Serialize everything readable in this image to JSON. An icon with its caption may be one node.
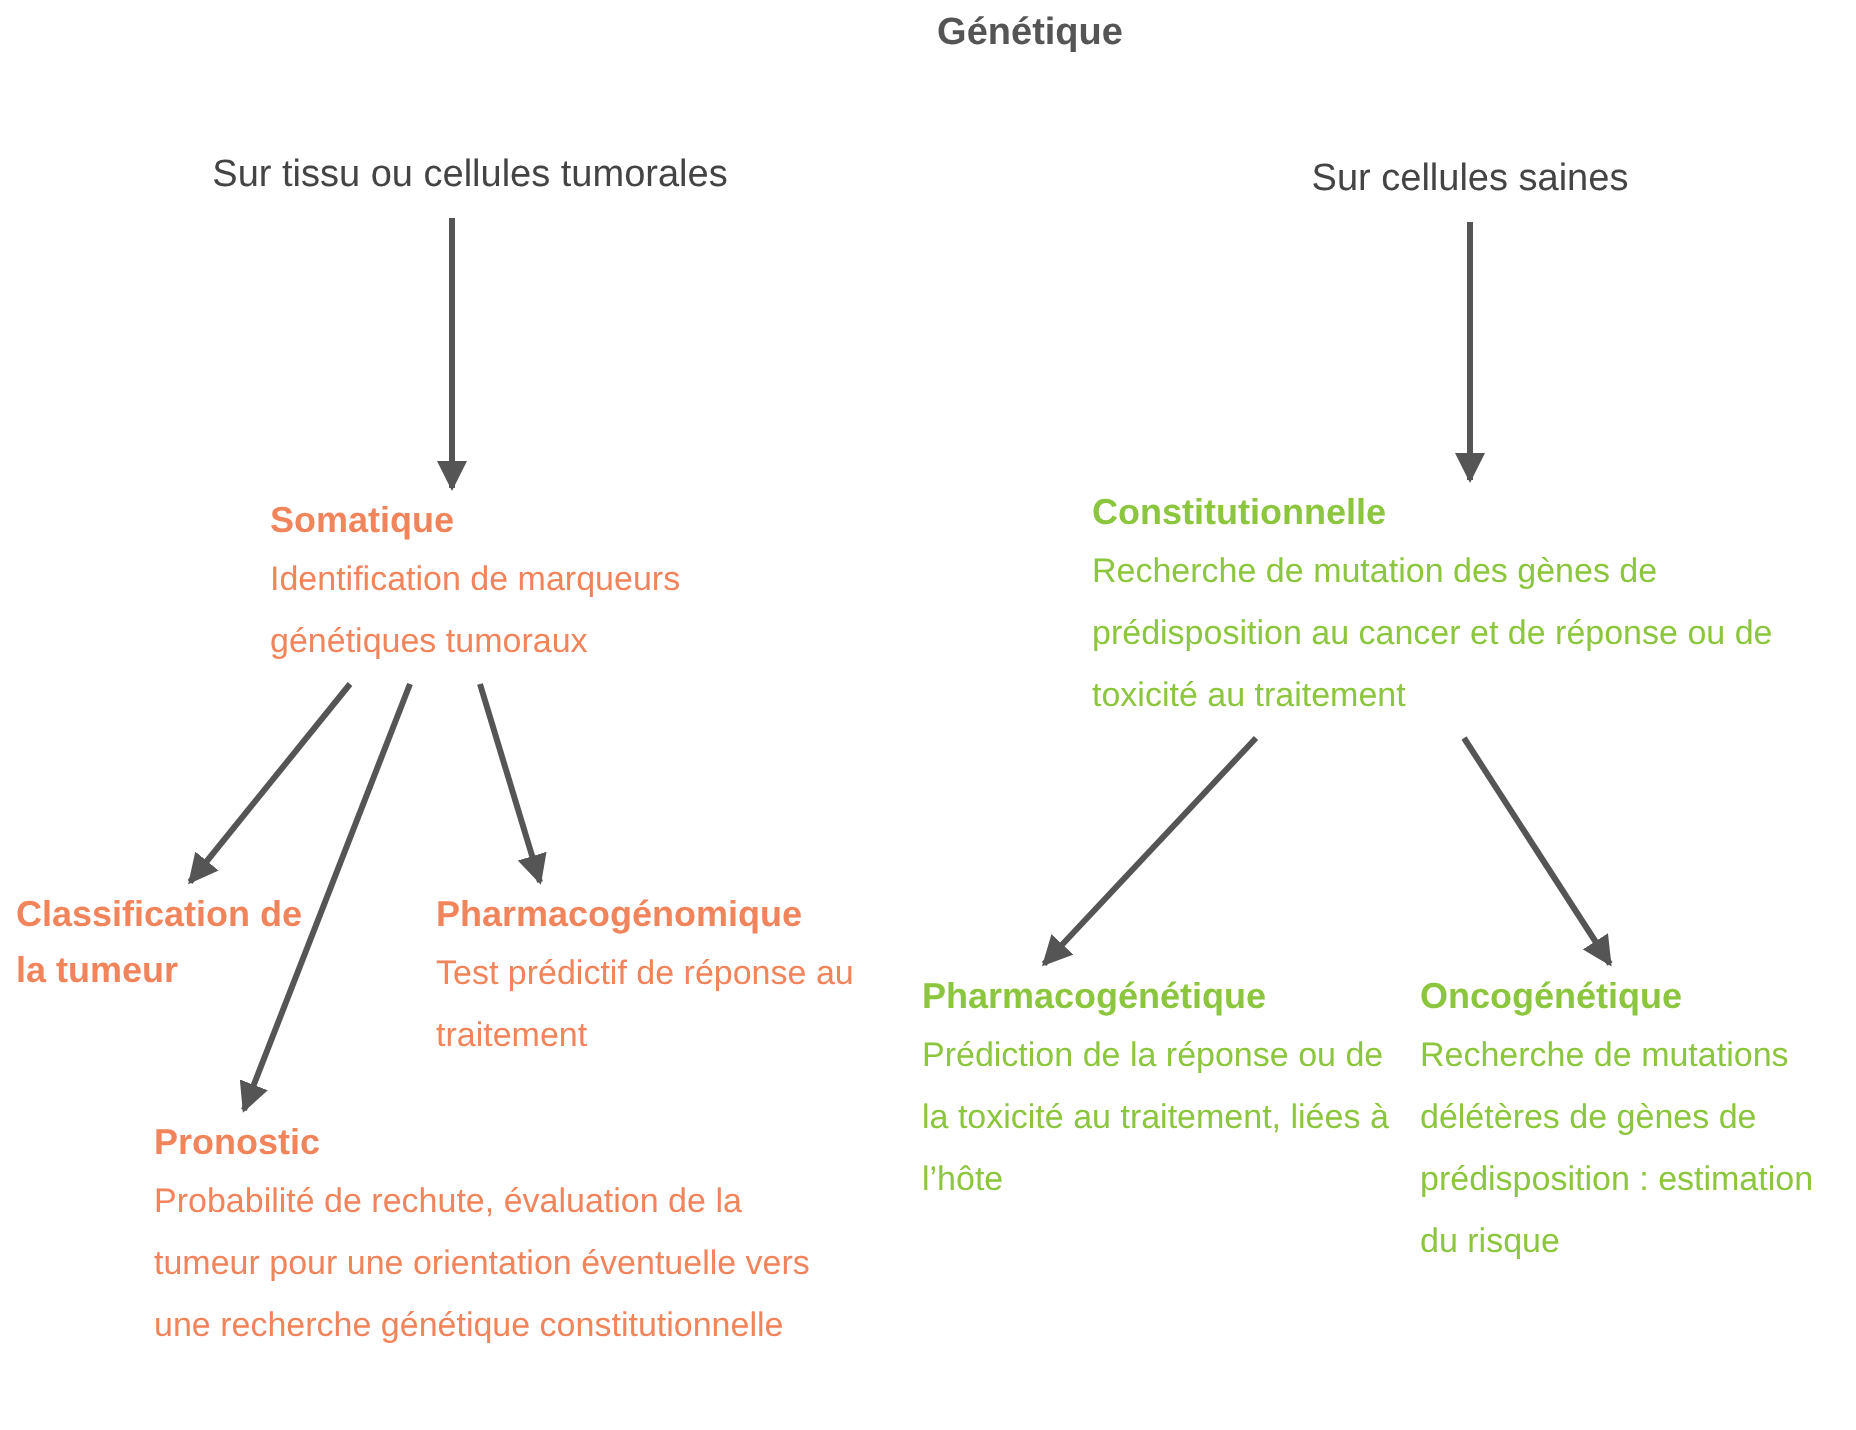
{
  "diagram": {
    "title": "Génétique",
    "nodes": [
      {
        "text": [
          "Sur tissu ou cellules tumorales"
        ]
      },
      {
        "text": [
          "Sur cellules saines"
        ]
      },
      {
        "text": [
          "Somatique",
          "Identification de marqueurs génétiques tumoraux"
        ]
      },
      {
        "text": [
          "Constitutionnelle",
          "Recherche de mutation des gènes de prédisposition au cancer et de réponse ou de toxicité au traitement"
        ]
      },
      {
        "text": [
          "Classification de la tumeur"
        ]
      },
      {
        "text": [
          "Pharmacogénomique",
          "Test prédictif de réponse au traitement"
        ]
      },
      {
        "text": [
          "Pronostic",
          "Probabilité de rechute, évaluation de la tumeur pour une orientation éventuelle vers une recherche génétique constitutionnelle"
        ]
      },
      {
        "text": [
          "Pharmacogénétique",
          "Prédiction de la réponse ou de la toxicité au traitement, liées à l’hôte"
        ]
      },
      {
        "text": [
          "Oncogénétique",
          "Recherche de mutations délétères de gènes de prédisposition : estimation du risque"
        ]
      }
    ],
    "edges": [
      {
        "from": 0,
        "to": 2,
        "arrow": "to"
      },
      {
        "from": 1,
        "to": 3,
        "arrow": "to"
      },
      {
        "from": 2,
        "to": 4,
        "arrow": "to"
      },
      {
        "from": 2,
        "to": 6,
        "arrow": "to"
      },
      {
        "from": 2,
        "to": 5,
        "arrow": "to"
      },
      {
        "from": 3,
        "to": 7,
        "arrow": "to"
      },
      {
        "from": 3,
        "to": 8,
        "arrow": "to"
      }
    ]
  }
}
